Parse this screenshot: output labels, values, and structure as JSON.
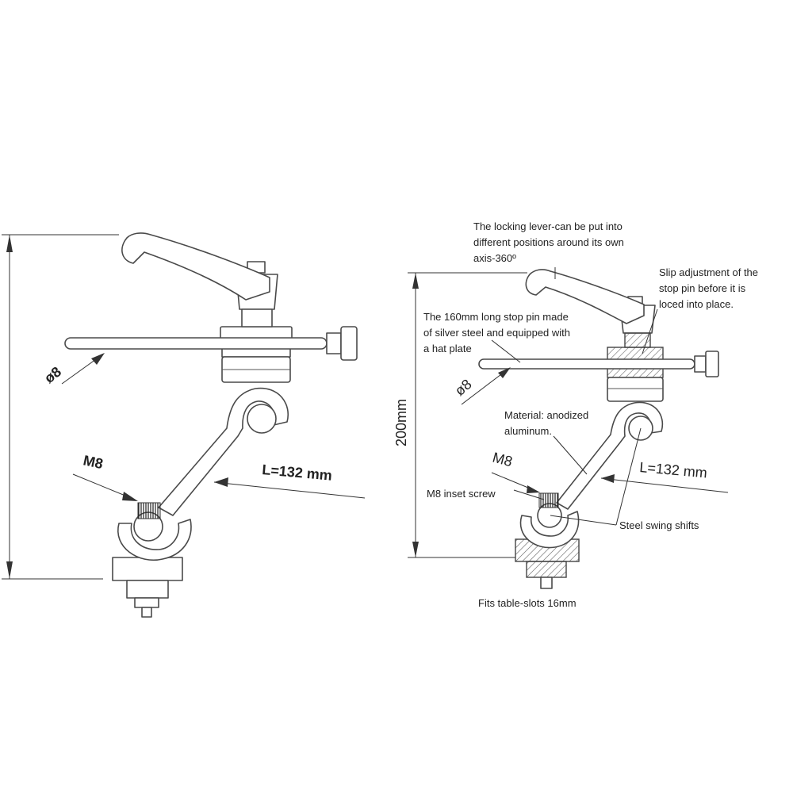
{
  "left_view": {
    "diameter_label": "ø8",
    "thread_label": "M8",
    "length_label": "L=132 mm"
  },
  "right_view": {
    "height_label": "200mm",
    "diameter_label": "ø8",
    "thread_label": "M8",
    "length_label": "L=132 mm",
    "notes": {
      "locking_lever": [
        "The locking lever-can be put into",
        "different positions around its own",
        "axis-360º"
      ],
      "slip_adjustment": [
        "Slip adjustment of the",
        "stop pin before it is",
        "loced into place."
      ],
      "stop_pin": [
        "The 160mm long stop pin made",
        "of silver steel and equipped with",
        "a hat plate"
      ],
      "material": [
        "Material: anodized",
        "aluminum."
      ],
      "inset_screw": "M8 inset screw",
      "swing_shifts": "Steel swing shifts",
      "table_slots": "Fits table-slots 16mm"
    }
  }
}
